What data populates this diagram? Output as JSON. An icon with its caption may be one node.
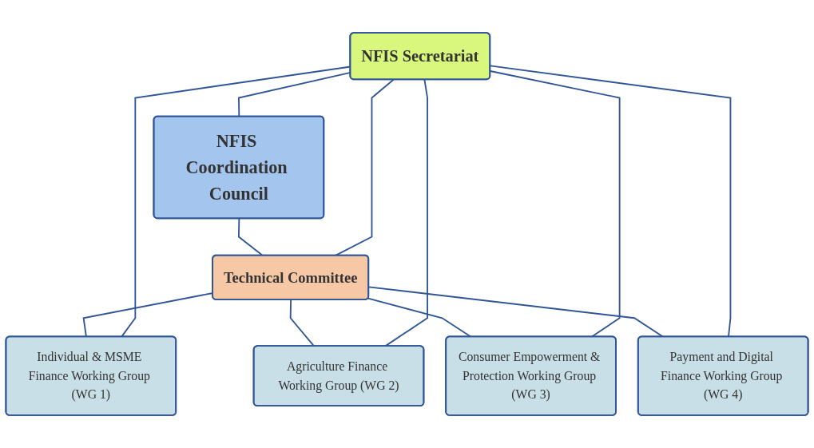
{
  "diagram": {
    "nodes": [
      {
        "text": [
          "NFIS Secretariat"
        ]
      },
      {
        "text": [
          "NFIS Coordination Council"
        ]
      },
      {
        "text": [
          "Technical Committee"
        ]
      },
      {
        "text": [
          "Individual & MSME Finance Working Group (WG 1)"
        ]
      },
      {
        "text": [
          "Agriculture Finance Working Group (WG 2)"
        ]
      },
      {
        "text": [
          "Consumer Empowerment & Protection Working Group (WG 3)"
        ]
      },
      {
        "text": [
          "Payment and Digital Finance Working Group (WG 4)"
        ]
      }
    ],
    "edges": [
      {
        "from": 0,
        "to": 1,
        "arrow": "none"
      },
      {
        "from": 1,
        "to": 2,
        "arrow": "none"
      },
      {
        "from": 0,
        "to": 2,
        "arrow": "none"
      },
      {
        "from": 2,
        "to": 3,
        "arrow": "none"
      },
      {
        "from": 2,
        "to": 4,
        "arrow": "none"
      },
      {
        "from": 2,
        "to": 5,
        "arrow": "none"
      },
      {
        "from": 2,
        "to": 6,
        "arrow": "none"
      },
      {
        "from": 0,
        "to": 3,
        "arrow": "none"
      },
      {
        "from": 0,
        "to": 4,
        "arrow": "none"
      },
      {
        "from": 0,
        "to": 5,
        "arrow": "none"
      },
      {
        "from": 0,
        "to": 6,
        "arrow": "none"
      }
    ]
  }
}
